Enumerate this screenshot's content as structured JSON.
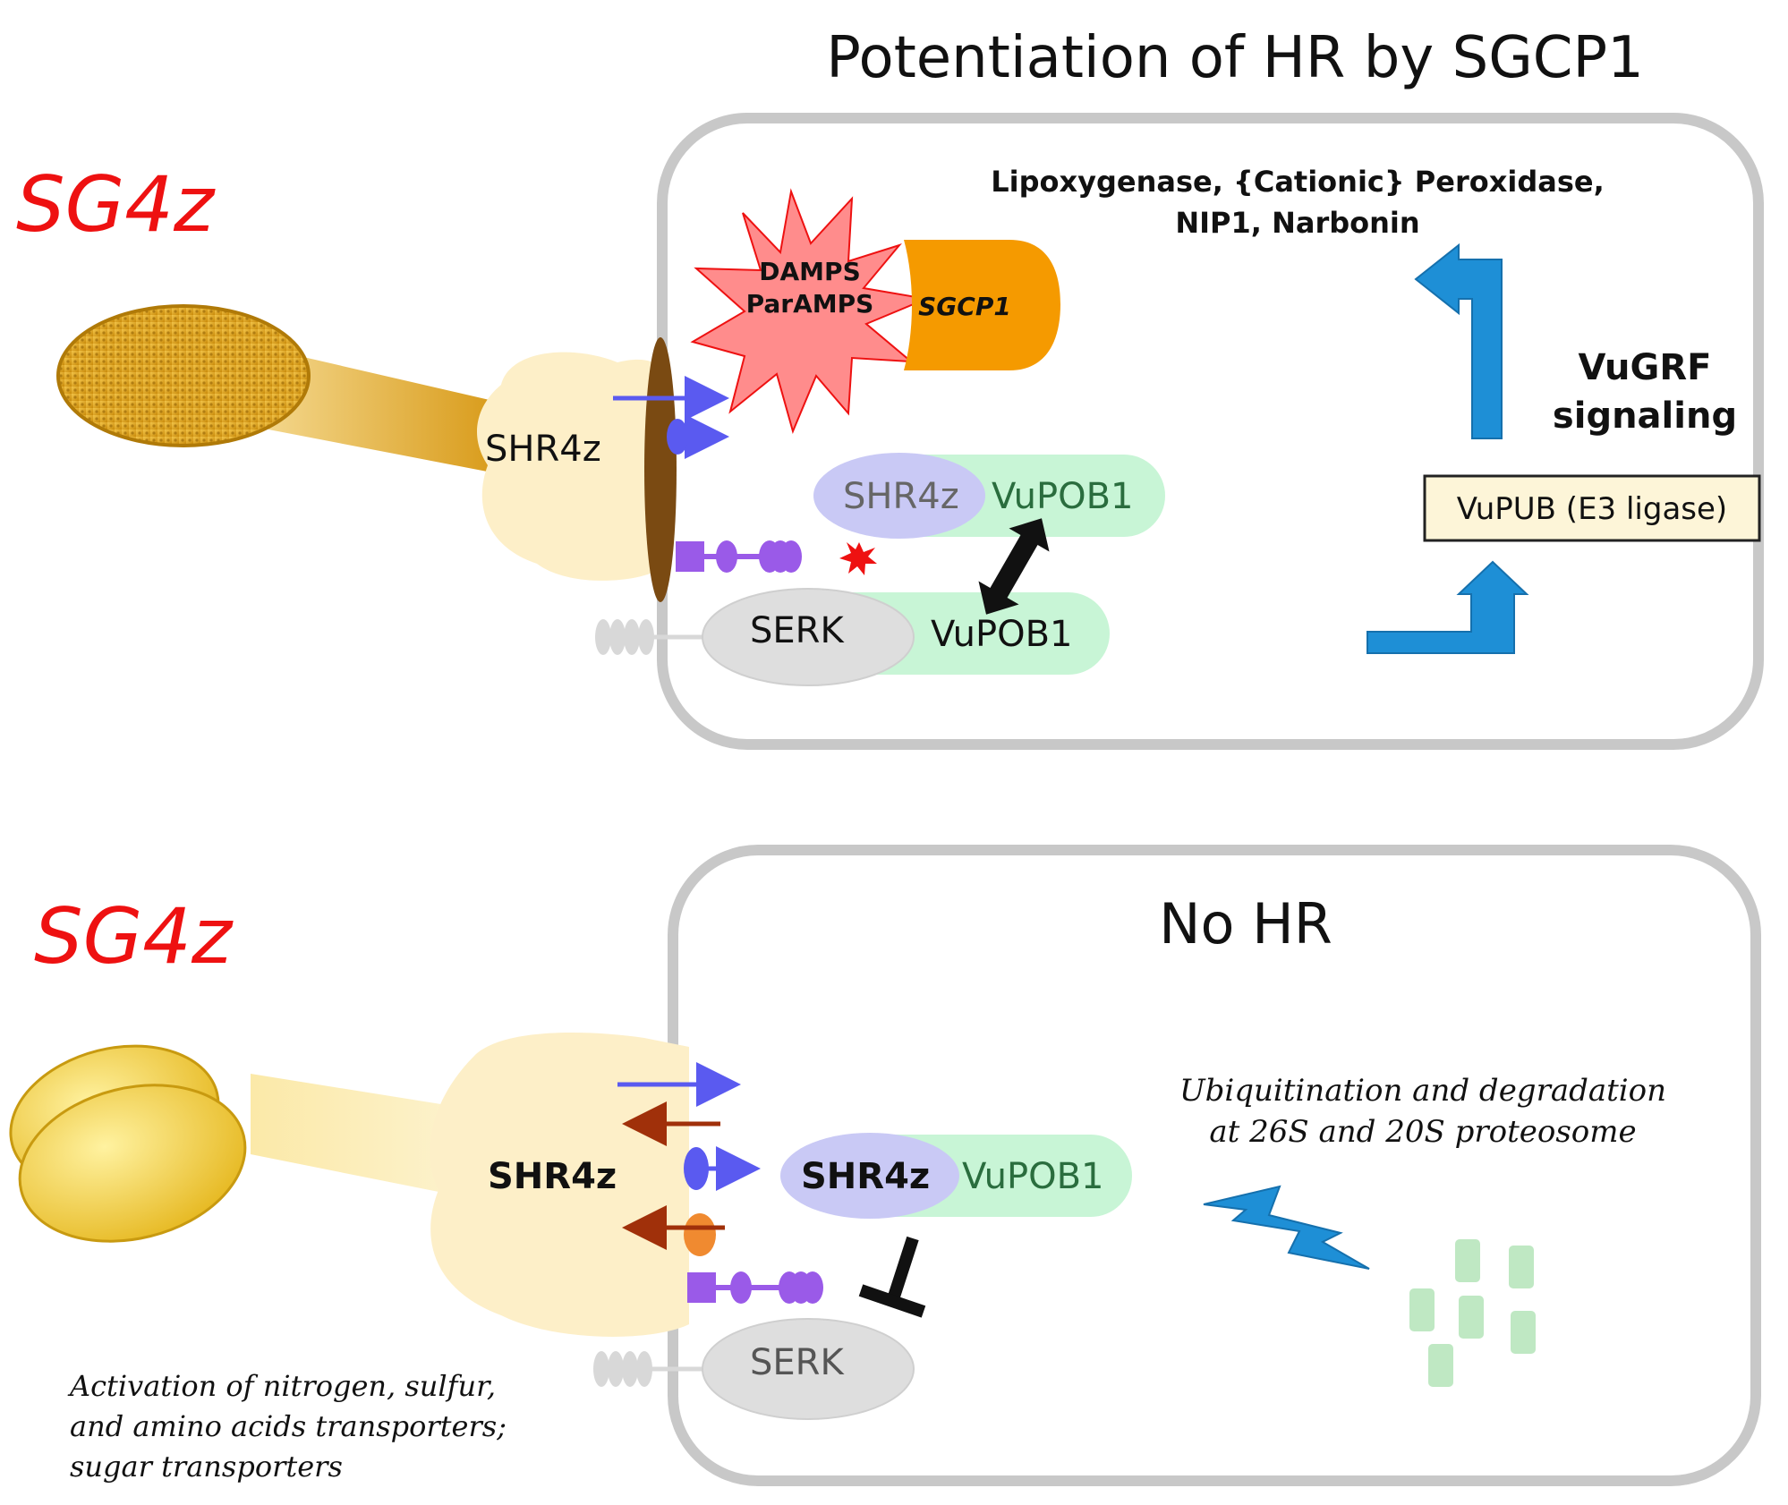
{
  "top_panel": {
    "title": "Potentiation of HR by SGCP1",
    "pathogen_label": "SG4z",
    "receptor_label": "SHR4z",
    "starburst_line1": "DAMPS",
    "starburst_line2": "ParAMPS",
    "protease_label": "SGCP1",
    "products_line1": "Lipoxygenase, {Cationic} Peroxidase,",
    "products_line2": "NIP1, Narbonin",
    "complex_left": "SHR4z",
    "complex_right": "VuPOB1",
    "serk_label": "SERK",
    "serk_partner": "VuPOB1",
    "signal_line1": "VuGRF",
    "signal_line2": "signaling",
    "e3_label": "VuPUB (E3 ligase)"
  },
  "bottom_panel": {
    "title": "No HR",
    "pathogen_label": "SG4z",
    "receptor_label": "SHR4z",
    "complex_left": "SHR4z",
    "complex_right": "VuPOB1",
    "serk_label": "SERK",
    "degradation_line1": "Ubiquitination and degradation",
    "degradation_line2": "at 26S and 20S proteosome",
    "transport_line1": "Activation of nitrogen, sulfur,",
    "transport_line2": "and amino acids transporters;",
    "transport_line3": "sugar transporters"
  },
  "colors": {
    "pathogen_red": "#ee1111",
    "cell_border": "#c8c8c8",
    "sgcp1_orange": "#f59a00",
    "pob1_green": "#c8f5d6",
    "shr4z_lavender": "#c9c9f5",
    "signal_blue": "#1e8fd6",
    "receptor_cream": "#fdefc8",
    "e3_box_fill": "#fdf5d8"
  }
}
